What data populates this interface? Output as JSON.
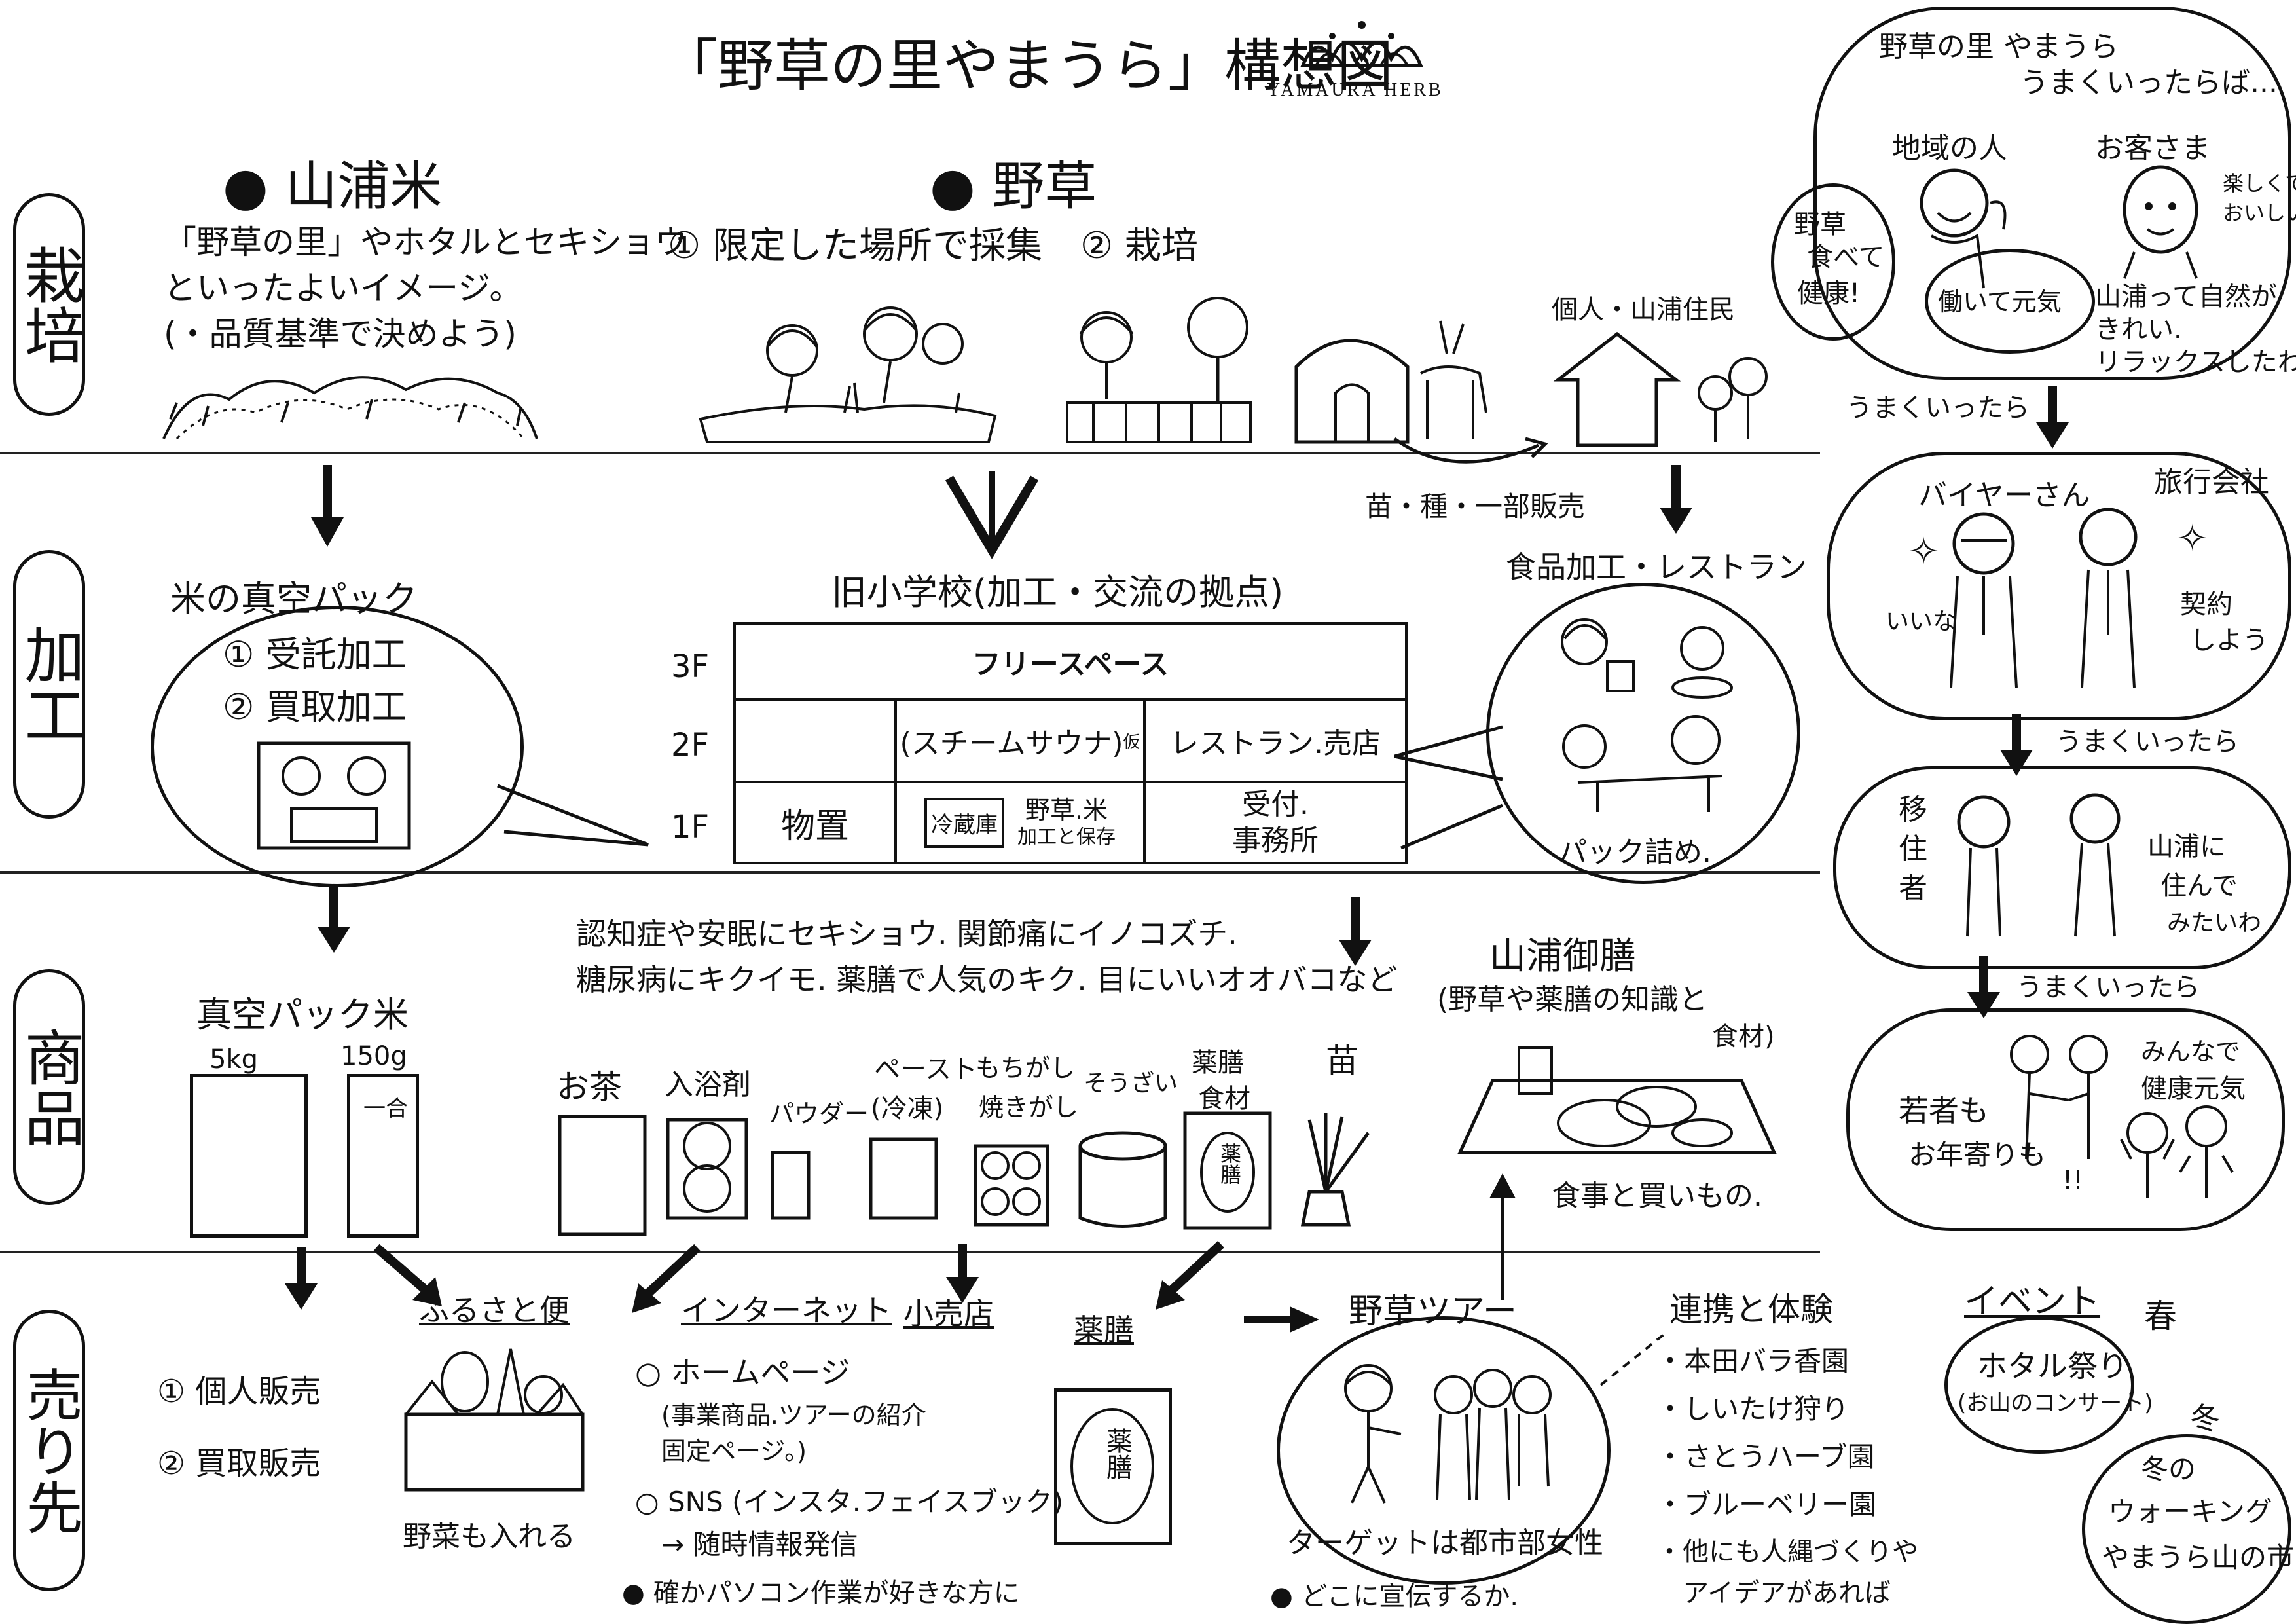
{
  "title": "「野草の里やまうら」構想図",
  "brand": "YAMAURA HERB",
  "rows": {
    "cultivate": "栽培",
    "process": "加工",
    "product": "商品",
    "sales": "売り先"
  },
  "cultivate": {
    "rice_title": "● 山浦米",
    "rice_line1": "「野草の里」やホタルとセキショウ",
    "rice_line2": "といったよいイメージ。",
    "rice_line3": "(・品質基準で決めよう)",
    "herb_title": "● 野草",
    "herb_opt1": "① 限定した場所で採集",
    "herb_opt2": "② 栽培",
    "resident": "個人・山浦住民",
    "seedling_note": "苗・種・一部販売"
  },
  "process": {
    "rice_pack_title": "米の真空パック",
    "rice_pack_1": "① 受託加工",
    "rice_pack_2": "② 買取加工",
    "school_title": "旧小学校(加工・交流の拠点)",
    "floors": {
      "f3": "3F",
      "f2": "2F",
      "f1": "1F",
      "free_space": "フリースペース",
      "steam_sauna": "(スチームサウナ)",
      "steam_tag": "仮",
      "restaurant_shop": "レストラン.売店",
      "storage": "物置",
      "fridge": "冷蔵庫",
      "herb_rice_1": "野草.米",
      "herb_rice_2": "加工と保存",
      "reception_1": "受付.",
      "reception_2": "事務所"
    },
    "food_title": "食品加工・レストラン",
    "pack_label": "パック詰め."
  },
  "product": {
    "benefits_1": "認知症や安眠にセキショウ. 関節痛にイノコズチ.",
    "benefits_2": "糖尿病にキクイモ. 薬膳で人気のキク. 目にいいオオバコなど",
    "rice_title": "真空パック米",
    "rice_5kg": "5kg",
    "rice_150g": "150g",
    "rice_cup": "一合",
    "tea": "お茶",
    "bath": "入浴剤",
    "powder": "パウダー",
    "paste_1": "ペースト",
    "paste_2": "(冷凍)",
    "mochi_1": "もちがし",
    "mochi_2": "焼きがし",
    "side_dish_1": "そうざい",
    "yakuzen_mat_1": "薬膳",
    "yakuzen_mat_2": "食材",
    "yakuzen_pkg": "薬膳",
    "seedling": "苗",
    "gozen_title": "山浦御膳",
    "gozen_sub_1": "(野草や薬膳の知識と",
    "gozen_sub_2": "食材)",
    "meal_shop": "食事と買いもの."
  },
  "sales": {
    "direct_1": "① 個人販売",
    "direct_2": "② 買取販売",
    "furusato": "ふるさと便",
    "veg_too": "野菜も入れる",
    "internet": "インターネット",
    "hp": "○ ホームページ",
    "hp_sub_1": "(事業商品.ツアーの紹介",
    "hp_sub_2": "固定ページ。)",
    "sns": "○ SNS (インスタ.フェイスブック)",
    "sns_sub": "→ 随時情報発信",
    "note": "● 確かパソコン作業が好きな方に",
    "retail": "小売店",
    "yakuzen": "薬膳",
    "yakuzen_box": "薬膳",
    "tour_title": "野草ツアー",
    "tour_target": "ターゲットは都市部女性",
    "tour_q": "● どこに宣伝するか.",
    "partner_title": "連携と体験",
    "partners": [
      "・本田バラ香園",
      "・しいたけ狩り",
      "・さとうハーブ園",
      "・ブルーベリー園",
      "・他にも人縄づくりや",
      "　アイデアがあれば"
    ],
    "event_title": "イベント",
    "spring": "春",
    "firefly_1": "ホタル祭り",
    "firefly_2": "(お山のコンサート)",
    "winter": "冬",
    "walking_1": "冬の",
    "walking_2": "ウォーキング",
    "walking_3": "やまうら山の市"
  },
  "future": {
    "title_1": "野草の里 やまうら",
    "title_2": "うまくいったらば...",
    "locals": "地域の人",
    "customers": "お客さま",
    "speech_1a": "野草",
    "speech_1b": "食べて",
    "speech_1c": "健康!",
    "speech_2": "働いて元気",
    "fun_1": "楽しくて",
    "fun_2": "おいしい",
    "nature_1": "山浦って自然が",
    "nature_2": "きれい.",
    "nature_3": "リラックスしたわ〜",
    "success_1": "うまくいったら",
    "buyer": "バイヤーさん",
    "agency": "旅行会社",
    "nice": "いいな",
    "contract_1": "契約",
    "contract_2": "しよう",
    "success_2": "うまくいったら",
    "migrant_1": "移",
    "migrant_2": "住",
    "migrant_3": "者",
    "live_1": "山浦に",
    "live_2": "住んで",
    "live_3": "みたいわ",
    "success_3": "うまくいったら",
    "everyone_1": "みんなで",
    "everyone_2": "健康元気",
    "young_1": "若者も",
    "young_2": "お年寄りも",
    "excl": "!!"
  }
}
